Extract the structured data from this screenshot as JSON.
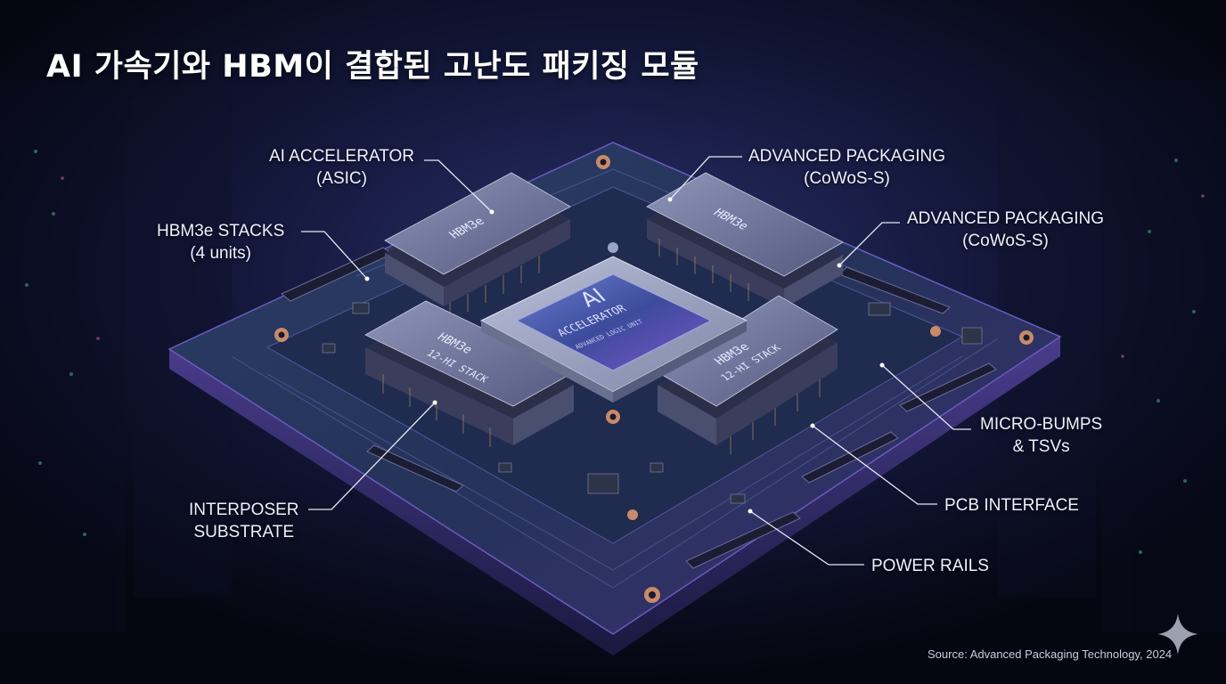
{
  "title": "AI 가속기와 HBM이 결합된 고난도 패키징 모듈",
  "labels": {
    "ai_accelerator": {
      "line1": "AI ACCELERATOR",
      "line2": "(ASIC)"
    },
    "advanced_packaging_1": {
      "line1": "ADVANCED PACKAGING",
      "line2": "(CoWoS-S)"
    },
    "advanced_packaging_2": {
      "line1": "ADVANCED PACKAGING",
      "line2": "(CoWoS-S)"
    },
    "hbm_stacks": {
      "line1": "HBM3e STACKS",
      "line2": "(4 units)"
    },
    "micro_bumps": {
      "line1": "MICRO-BUMPS",
      "line2": "& TSVs"
    },
    "pcb_interface": {
      "line1": "PCB INTERFACE"
    },
    "interposer": {
      "line1": "INTERPOSER",
      "line2": "SUBSTRATE"
    },
    "power_rails": {
      "line1": "POWER RAILS"
    }
  },
  "chip": {
    "ai": "AI",
    "accelerator": "ACCELERATOR",
    "sub": "ADVANCED LOGIC UNIT"
  },
  "hbm": {
    "title": "HBM3e",
    "subtitle": "12-HI STACK"
  },
  "source": "Source: Advanced Packaging Technology, 2024",
  "colors": {
    "background": "#07091a",
    "board": "#25335a",
    "board_edge": "#3a3270",
    "accent_purple": "#8a5cd8",
    "text": "#eef0ff"
  },
  "icons": {
    "watermark": "sparkle-icon"
  }
}
